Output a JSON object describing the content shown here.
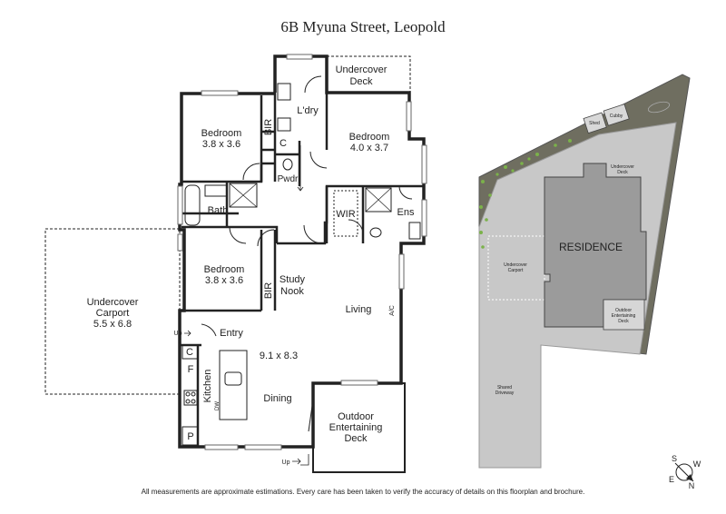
{
  "title": "6B Myuna Street, Leopold",
  "disclaimer": "All measurements are approximate estimations. Every care has been taken to verify the accuracy of details on this floorplan and brochure.",
  "floorplan": {
    "undercover_deck": [
      "Undercover",
      "Deck"
    ],
    "laundry": "L'dry",
    "bedroom1": {
      "name": "Bedroom",
      "dims": "3.8 x 3.6"
    },
    "bedroom2": {
      "name": "Bedroom",
      "dims": "4.0 x 3.7"
    },
    "bedroom3": {
      "name": "Bedroom",
      "dims": "3.8 x 3.6"
    },
    "bir": "BIR",
    "c": "C",
    "pwdr": "Pwdr",
    "bath": "Bath",
    "wir": "WIR",
    "ens": "Ens",
    "study": [
      "Study",
      "Nook"
    ],
    "carport": {
      "lines": [
        "Undercover",
        "Carport"
      ],
      "dims": "5.5 x 6.8"
    },
    "living": "Living",
    "ac": "A/C",
    "entry": "Entry",
    "up": "Up",
    "f": "F",
    "p": "P",
    "kitchen": "Kitchen",
    "dw": "DW",
    "dims_main": "9.1 x 8.3",
    "dining": "Dining",
    "outdoor": [
      "Outdoor",
      "Entertaining",
      "Deck"
    ]
  },
  "siteplan": {
    "residence": "RESIDENCE",
    "shed": "Shed",
    "cubby": "Cubby",
    "undercover_deck": [
      "Undercover",
      "Deck"
    ],
    "undercover_carport": [
      "Undercover",
      "Carport"
    ],
    "outdoor_deck": [
      "Outdoor",
      "Entertaining",
      "Deck"
    ],
    "shared_driveway": [
      "Shared",
      "Driveway"
    ]
  },
  "compass": {
    "s": "S",
    "w": "W",
    "e": "E",
    "n": "N"
  },
  "colors": {
    "walls": "#222222",
    "garden": "#6f6e60",
    "driveway": "#c8c8c8",
    "residence": "#9b9b9b",
    "tree": "#7bb24a"
  }
}
